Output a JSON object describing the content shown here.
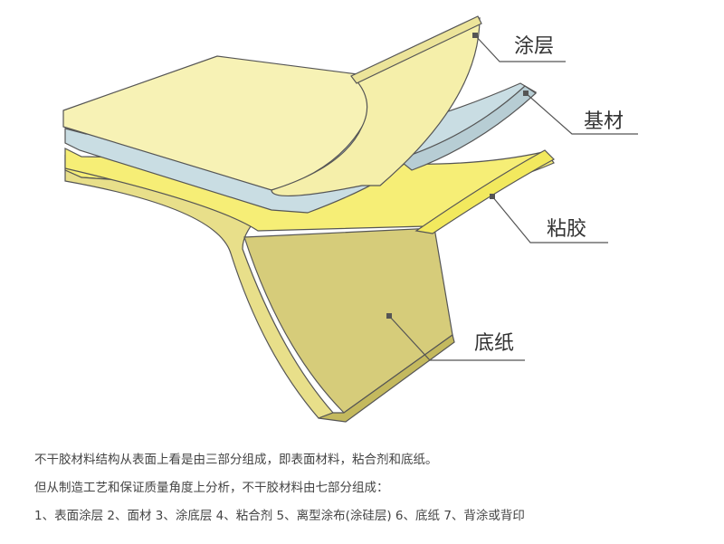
{
  "diagram": {
    "labels": {
      "coating": "涂层",
      "substrate": "基材",
      "adhesive": "粘胶",
      "backing_paper": "底纸"
    },
    "colors": {
      "coating": "#f7f2b5",
      "substrate": "#c9dde3",
      "adhesive": "#f6ee76",
      "backing_paper": "#d6cc7a",
      "backing_front": "#cfc46e",
      "outline": "#555555",
      "leader": "#555555"
    }
  },
  "captions": {
    "line1": "不干胶材料结构从表面上看是由三部分组成，即表面材料，粘合剂和底纸。",
    "line2": "但从制造工艺和保证质量角度上分析，不干胶材料由七部分组成：",
    "line3": "1、表面涂层   2、面材   3、涂底层   4、粘合剂   5、离型涂布(涂硅层)   6、底纸   7、背涂或背印"
  }
}
